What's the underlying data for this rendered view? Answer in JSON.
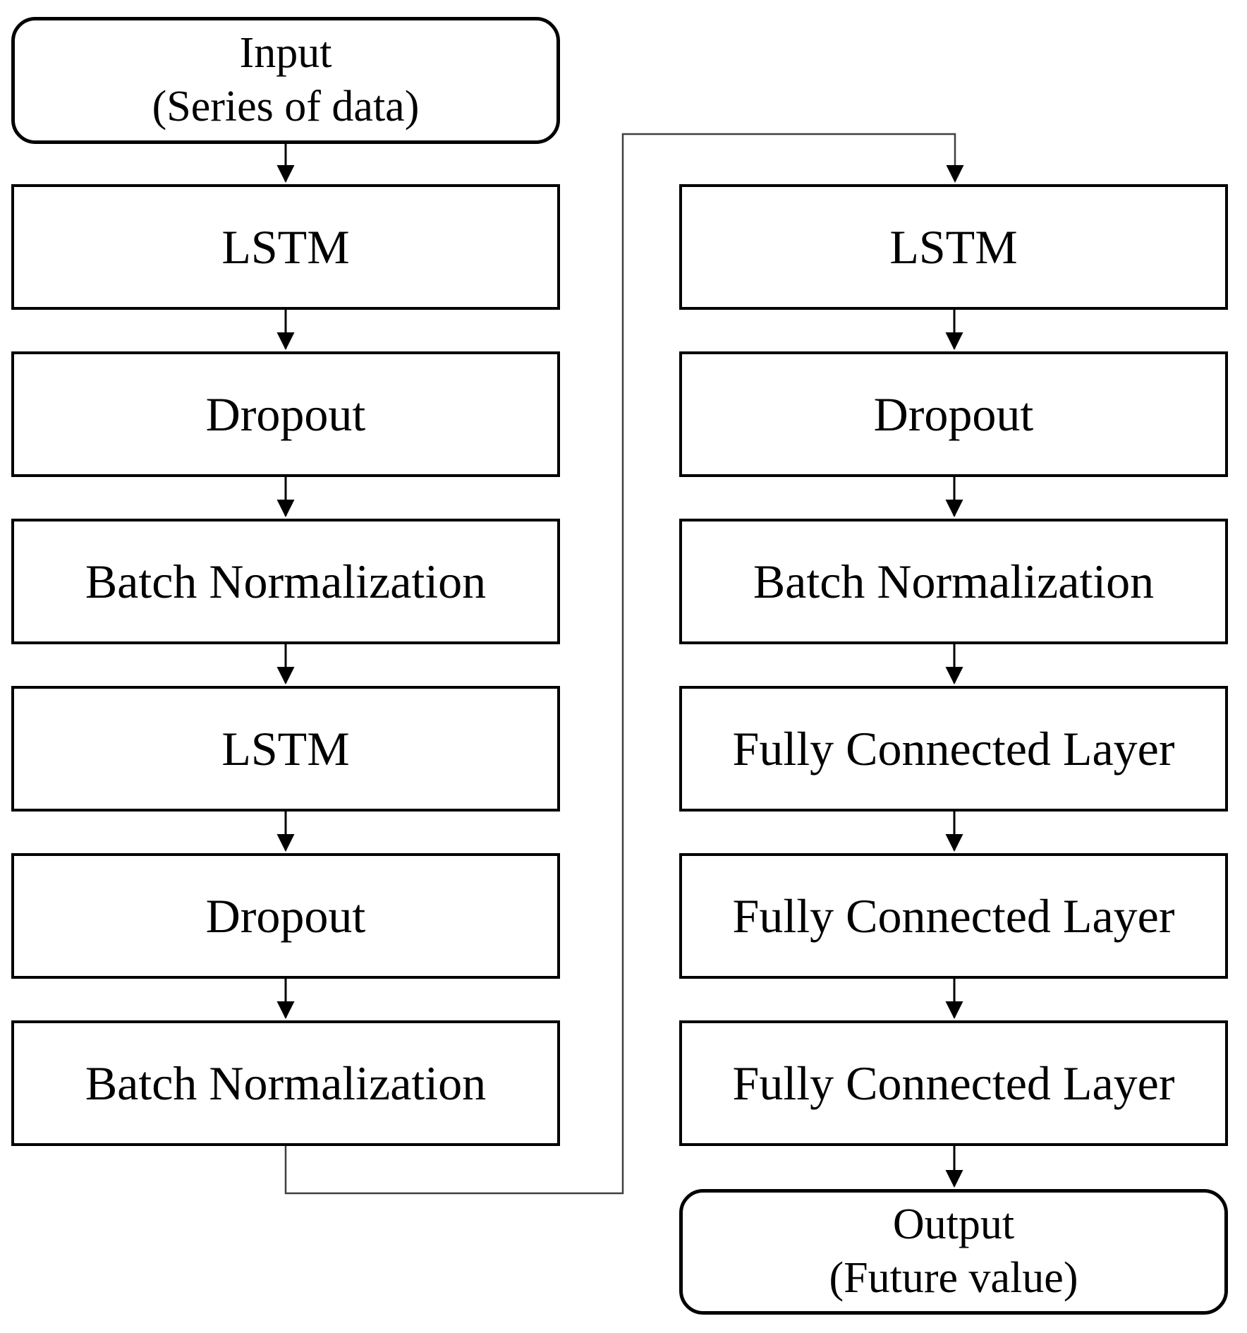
{
  "diagram": {
    "left_column": [
      {
        "label": "Input",
        "sublabel": "(Series of data)",
        "shape": "rounded"
      },
      {
        "label": "LSTM",
        "shape": "rect"
      },
      {
        "label": "Dropout",
        "shape": "rect"
      },
      {
        "label": "Batch Normalization",
        "shape": "rect"
      },
      {
        "label": "LSTM",
        "shape": "rect"
      },
      {
        "label": "Dropout",
        "shape": "rect"
      },
      {
        "label": "Batch Normalization",
        "shape": "rect"
      }
    ],
    "right_column": [
      {
        "label": "LSTM",
        "shape": "rect"
      },
      {
        "label": "Dropout",
        "shape": "rect"
      },
      {
        "label": "Batch Normalization",
        "shape": "rect"
      },
      {
        "label": "Fully Connected Layer",
        "shape": "rect"
      },
      {
        "label": "Fully Connected Layer",
        "shape": "rect"
      },
      {
        "label": "Fully Connected Layer",
        "shape": "rect"
      },
      {
        "label": "Output",
        "sublabel": "(Future value)",
        "shape": "rounded"
      }
    ],
    "colors": {
      "background": "#ffffff",
      "box_fill": "#ffffff",
      "box_border": "#000000",
      "text": "#000000",
      "arrow": "#000000",
      "skip_connector": "#3f3f3f"
    }
  }
}
